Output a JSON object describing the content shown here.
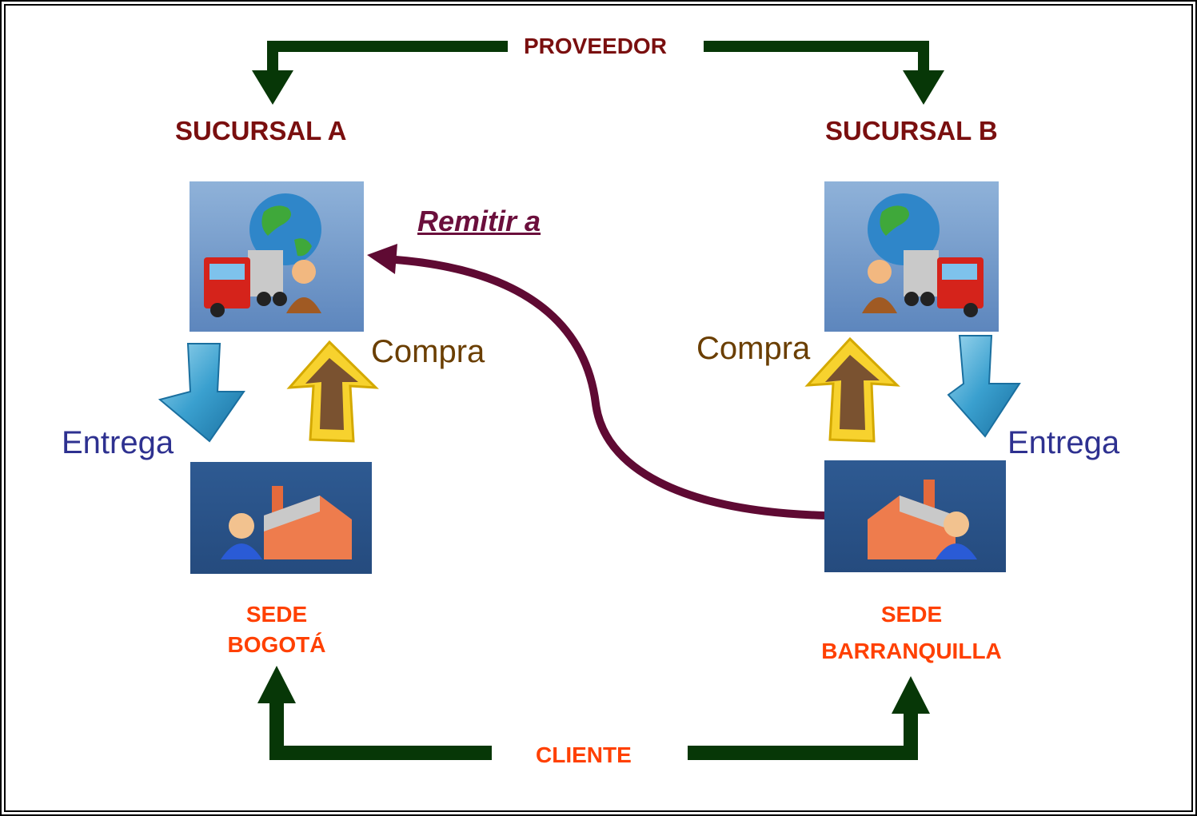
{
  "nodes": {
    "proveedor": "PROVEEDOR",
    "cliente": "CLIENTE",
    "sucursal_a": "SUCURSAL A",
    "sucursal_b": "SUCURSAL B",
    "sede_a_line1": "SEDE",
    "sede_a_line2": "BOGOTÁ",
    "sede_b_line1": "SEDE",
    "sede_b_line2": "BARRANQUILLA"
  },
  "edges": {
    "remitir": "Remitir a",
    "compra_a": "Compra",
    "compra_b": "Compra",
    "entrega_a": "Entrega",
    "entrega_b": "Entrega"
  },
  "colors": {
    "main_arrows": "#073707",
    "remitir_arrow": "#5f0a33",
    "node_title": "#7a0f0f",
    "sede_text": "#ff4000",
    "compra_text": "#6a3e00",
    "entrega_text": "#2e3190"
  },
  "icons": {
    "sucursal": "truck-globe-person-icon",
    "sede": "factory-person-icon",
    "compra": "up-arrow-icon",
    "entrega": "down-arrow-icon"
  }
}
